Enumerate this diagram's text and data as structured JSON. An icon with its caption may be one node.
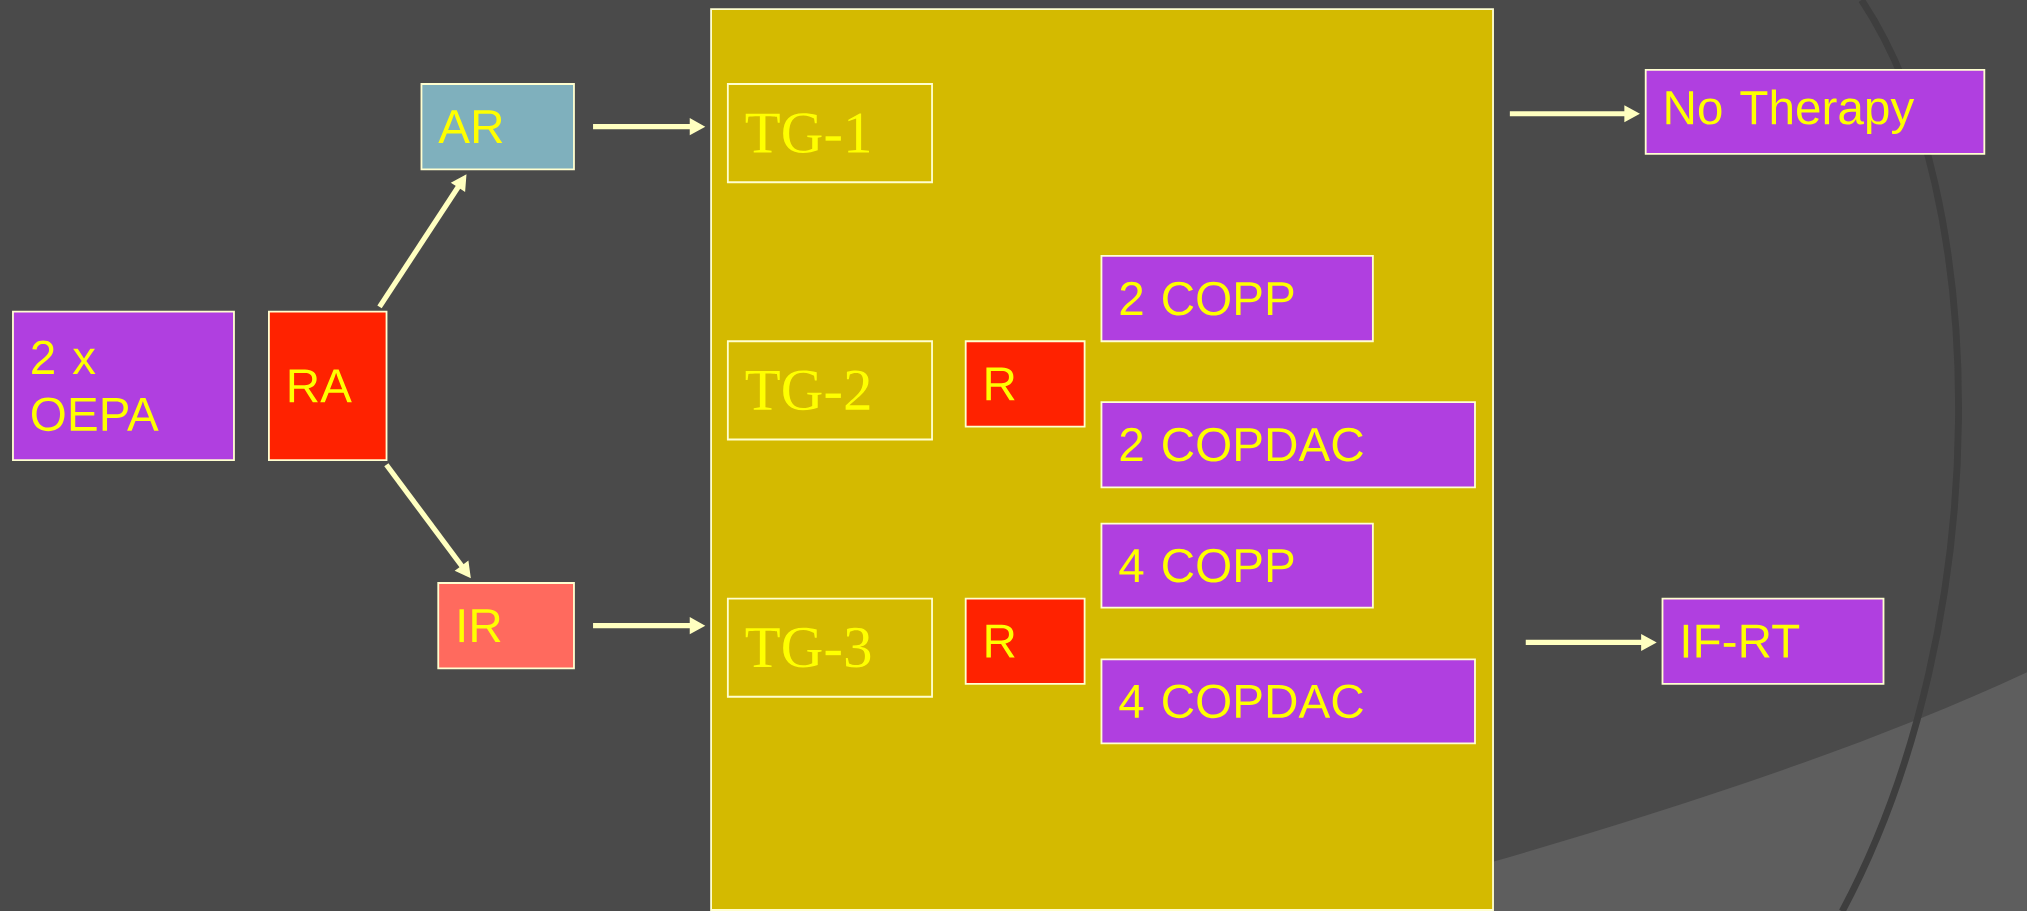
{
  "diagram": {
    "nodes": [
      {
        "text": [
          "2 x OEPA"
        ]
      },
      {
        "text": [
          "RA"
        ]
      },
      {
        "text": [
          "AR"
        ]
      },
      {
        "text": [
          "IR"
        ]
      },
      {
        "text": [],
        "shape": "box"
      },
      {
        "text": [
          "TG-1"
        ],
        "in": 4
      },
      {
        "text": [
          "TG-2"
        ],
        "in": 4
      },
      {
        "text": [
          "R"
        ],
        "in": 4
      },
      {
        "text": [
          "2 COPP"
        ],
        "in": 4
      },
      {
        "text": [
          "2 COPDAC"
        ],
        "in": 4
      },
      {
        "text": [
          "TG-3"
        ],
        "in": 4
      },
      {
        "text": [
          "R"
        ],
        "in": 4
      },
      {
        "text": [
          "4 COPP"
        ],
        "in": 4
      },
      {
        "text": [
          "4 COPDAC"
        ],
        "in": 4
      },
      {
        "text": [
          "No Therapy"
        ]
      },
      {
        "text": [
          "IF-RT"
        ]
      }
    ],
    "edges": [
      {
        "from": 1,
        "to": 2,
        "arrow": "to"
      },
      {
        "from": 1,
        "to": 3,
        "arrow": "to"
      },
      {
        "from": 2,
        "to": 4,
        "arrow": "to"
      },
      {
        "from": 3,
        "to": 4,
        "arrow": "to"
      },
      {
        "from": 4,
        "to": 14,
        "arrow": "to"
      },
      {
        "from": 4,
        "to": 15,
        "arrow": "to"
      }
    ]
  }
}
